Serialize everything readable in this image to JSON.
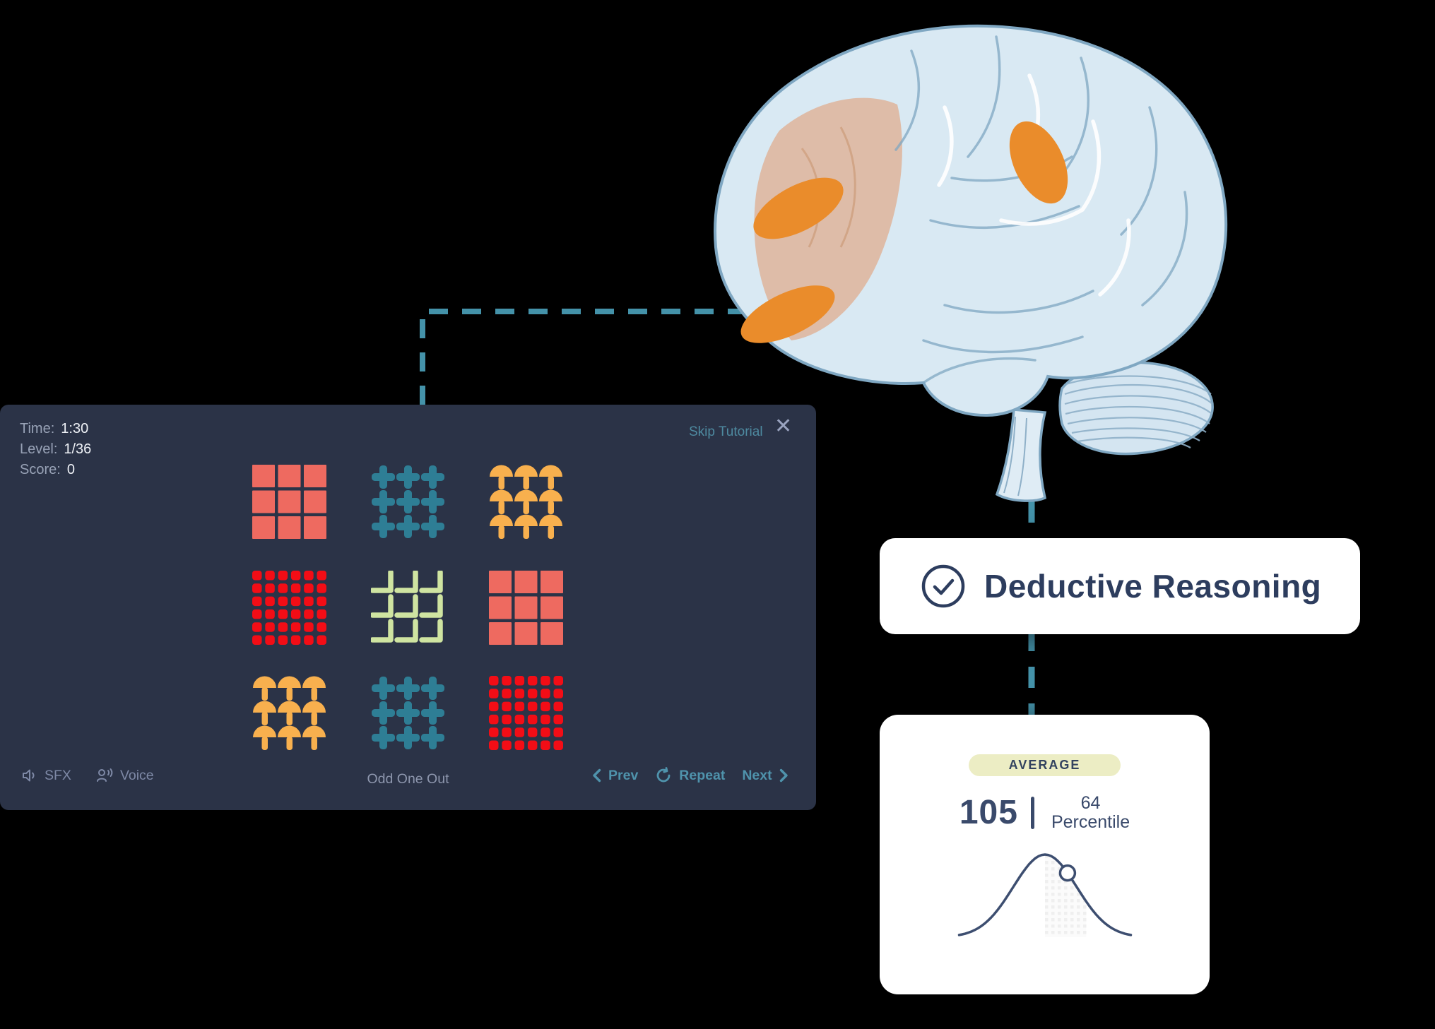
{
  "game_panel": {
    "stats": [
      {
        "label": "Time:",
        "value": "1:30"
      },
      {
        "label": "Level:",
        "value": "1/36"
      },
      {
        "label": "Score:",
        "value": "0"
      }
    ],
    "skip_tutorial_label": "Skip Tutorial",
    "close_glyph": "✕",
    "game_title": "Odd One Out",
    "tiles": [
      "salmon-3x3",
      "teal-plus-3x3",
      "orange-mushroom-3x3",
      "red-6x6",
      "lime-corner-3x3",
      "salmon-3x3",
      "orange-mushroom-3x3",
      "teal-plus-3x3",
      "red-6x6"
    ],
    "footer": {
      "sfx_label": "SFX",
      "voice_label": "Voice",
      "prev_label": "Prev",
      "repeat_label": "Repeat",
      "next_label": "Next"
    }
  },
  "patterns": {
    "salmon-3x3": {
      "color": "#ee6a60",
      "shape": "square",
      "grid": 3
    },
    "teal-plus-3x3": {
      "color": "#2e7e95",
      "shape": "plus",
      "grid": 3
    },
    "orange-mushroom-3x3": {
      "color": "#f8b04e",
      "shape": "mushroom",
      "grid": 3
    },
    "red-6x6": {
      "color": "#f30d16",
      "shape": "square",
      "grid": 6
    },
    "lime-corner-3x3": {
      "color": "#cfe4a1",
      "shape": "corner",
      "grid": 3
    }
  },
  "deductive_card": {
    "title": "Deductive Reasoning"
  },
  "score_card": {
    "badge": "AVERAGE",
    "score": "105",
    "percentile_value": "64",
    "percentile_label": "Percentile"
  },
  "chart_data": {
    "type": "area",
    "title": "Score distribution bell curve",
    "curve": "normal",
    "axes_visible": false,
    "grid": false,
    "marker": {
      "score": 105,
      "percentile": 64,
      "z": 0.71
    },
    "shaded_region_z": [
      0,
      1.3
    ]
  },
  "colors": {
    "panel_bg": "#2b3347",
    "stat_label": "#98a2b6",
    "stat_value": "#eef1f6",
    "skip_teal": "#4e8aa0",
    "nav_teal": "#4f93ac",
    "footer_gray": "#7e89a6",
    "connector_teal": "#4492a9",
    "card_navy": "#2d3d5e",
    "curve_navy": "#3d4e70",
    "badge_bg": "#ecedc4",
    "brain_fill": "#d9e9f3",
    "brain_stroke": "#7fa7c2",
    "brain_tan": "#dfb092",
    "brain_orange": "#ea8c2b"
  }
}
